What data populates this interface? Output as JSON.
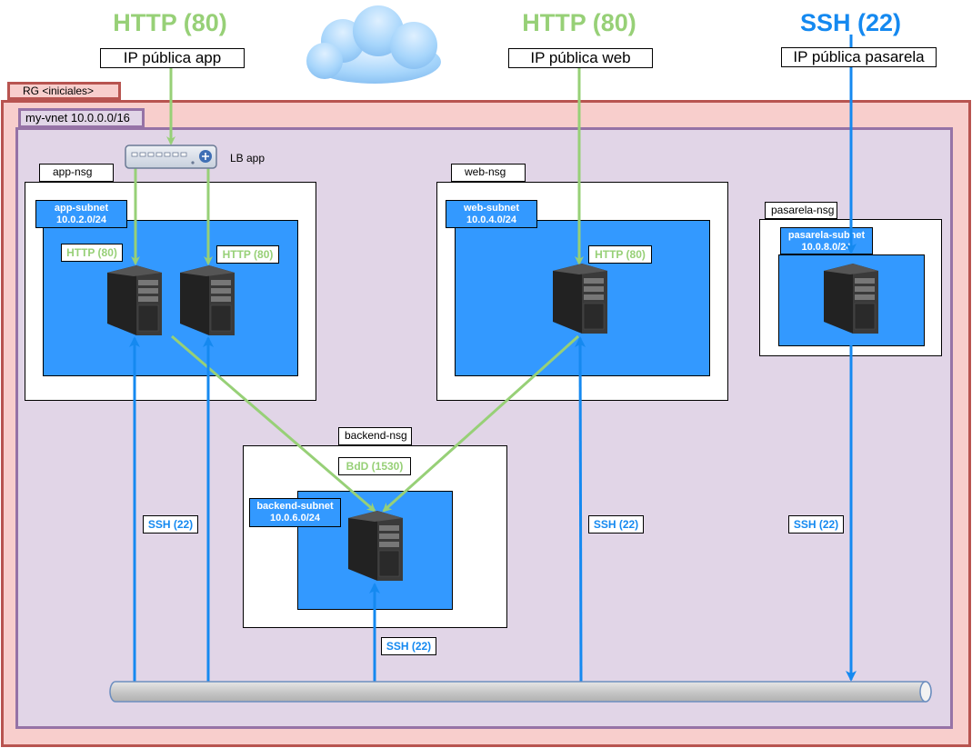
{
  "top": {
    "http_app": "HTTP (80)",
    "ip_app": "IP pública app",
    "http_web": "HTTP (80)",
    "ip_web": "IP pública web",
    "ssh_pasarela": "SSH (22)",
    "ip_pasarela": "IP pública pasarela"
  },
  "rg": {
    "label": "RG <iniciales>"
  },
  "vnet": {
    "label": "my-vnet 10.0.0.0/16"
  },
  "lb": {
    "label": "LB app"
  },
  "app": {
    "nsg": "app-nsg",
    "subnet_name": "app-subnet",
    "subnet_cidr": "10.0.2.0/24",
    "http_left": "HTTP (80)",
    "http_right": "HTTP (80)"
  },
  "web": {
    "nsg": "web-nsg",
    "subnet_name": "web-subnet",
    "subnet_cidr": "10.0.4.0/24",
    "http": "HTTP (80)"
  },
  "pasarela": {
    "nsg": "pasarela-nsg",
    "subnet_name": "pasarela-subnet",
    "subnet_cidr": "10.0.8.0/24"
  },
  "backend": {
    "nsg": "backend-nsg",
    "subnet_name": "backend-subnet",
    "subnet_cidr": "10.0.6.0/24",
    "bdd": "BdD (1530)"
  },
  "ssh": {
    "app": "SSH (22)",
    "backend": "SSH (22)",
    "web": "SSH (22)",
    "pasarela": "SSH (22)"
  },
  "colors": {
    "green": "#97d077",
    "blue": "#1589f0",
    "subnet": "#3399ff",
    "rg_fill": "#f8cecc",
    "rg_border": "#b85450",
    "vnet_fill": "#e1d5e7",
    "vnet_border": "#9673a6"
  }
}
